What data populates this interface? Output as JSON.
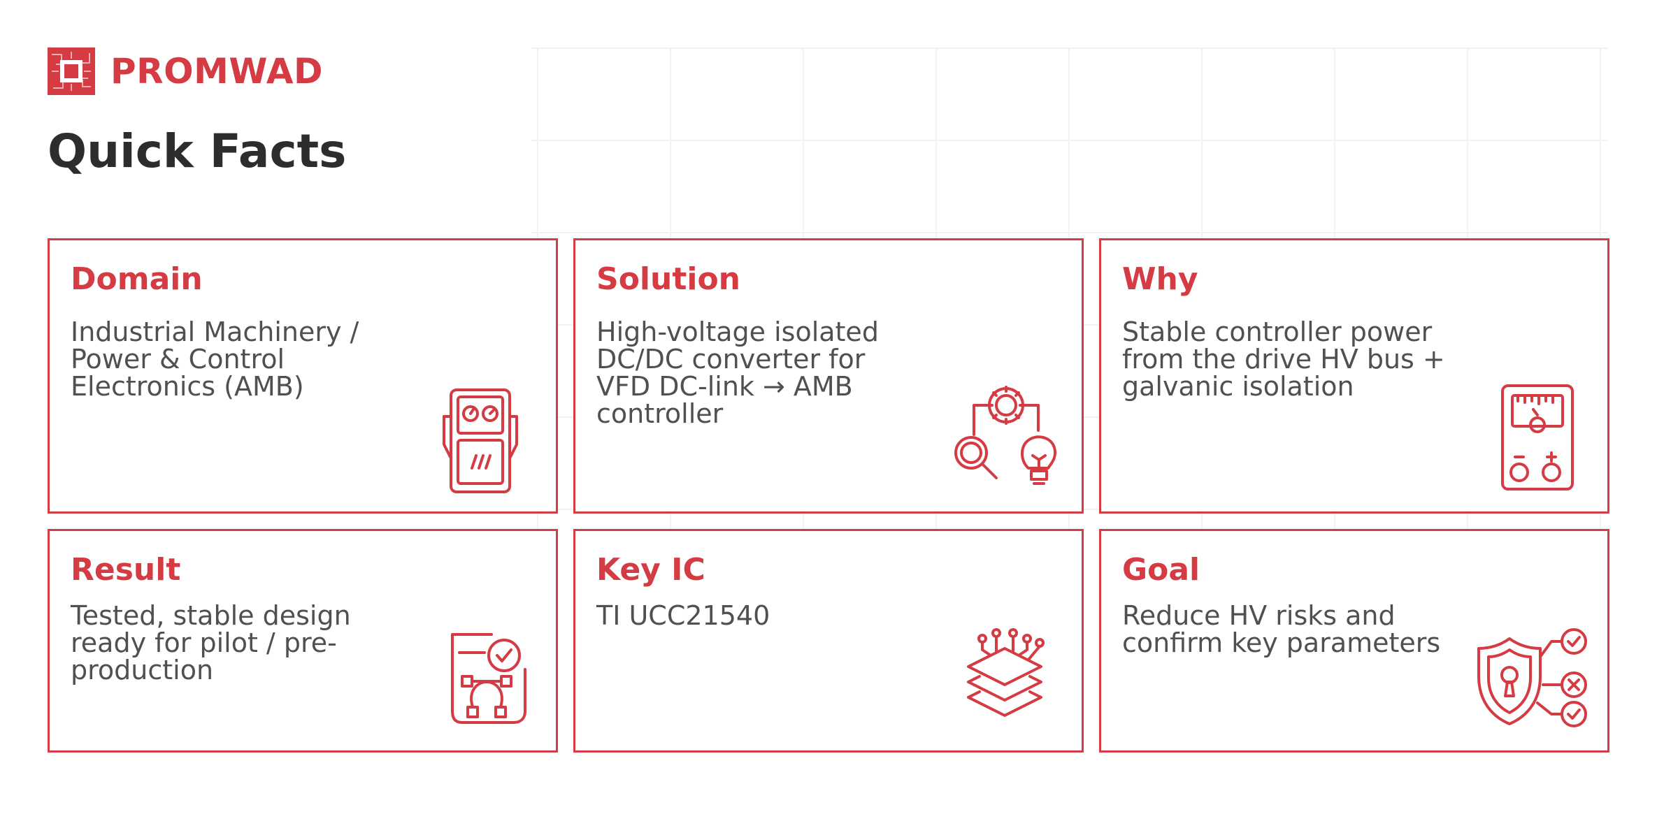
{
  "brand": {
    "name": "PROMWAD",
    "logo_icon": "circuit-chip-logo-icon",
    "color": "#d43b42"
  },
  "page": {
    "title": "Quick Facts"
  },
  "cards": [
    {
      "id": "domain",
      "title": "Domain",
      "text": "Industrial Machinery / Power & Control Electronics (AMB)",
      "icon": "controller-unit-icon"
    },
    {
      "id": "solution",
      "title": "Solution",
      "text": "High-voltage isolated DC/DC converter for VFD DC-link → AMB controller",
      "icon": "gear-search-lightbulb-icon"
    },
    {
      "id": "why",
      "title": "Why",
      "text": "Stable controller power from the drive HV bus + galvanic isolation",
      "icon": "battery-meter-icon"
    },
    {
      "id": "result",
      "title": "Result",
      "text": "Tested, stable design ready for pilot / pre-production",
      "icon": "design-checkmark-icon"
    },
    {
      "id": "keyic",
      "title": "Key IC",
      "text": "TI UCC21540",
      "icon": "layers-chip-icon"
    },
    {
      "id": "goal",
      "title": "Goal",
      "text": "Reduce HV risks and confirm key parameters",
      "icon": "shield-check-icon"
    }
  ],
  "colors": {
    "accent": "#d43b42",
    "title_text": "#2d2d2d",
    "body_text": "#505050",
    "grid": "#efefef"
  }
}
